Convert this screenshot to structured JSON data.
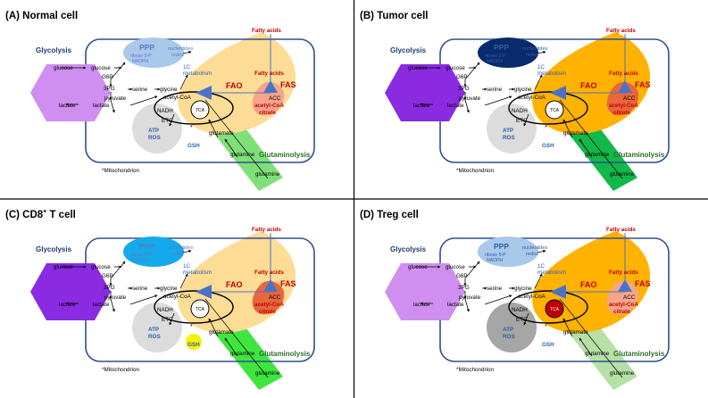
{
  "panels": [
    {
      "key": "A",
      "title": "(A) Normal cell",
      "title_sup": "",
      "title_rest": "",
      "palette": {
        "glyco": "#d08ef0",
        "ppp": "#a9c8ea",
        "ppp_text": "#5a7cc4",
        "fao": "#fddc95",
        "fas": "#f5a58a",
        "tca_fill": "#ffffff",
        "tca_text": "#000000",
        "atp": "#dcdcdc",
        "glut": "#7fe07a",
        "gsh_fill": "none"
      }
    },
    {
      "key": "B",
      "title": "(B) Tumor cell",
      "title_sup": "",
      "title_rest": "",
      "palette": {
        "glyco": "#8a2be2",
        "ppp": "#0a2a6e",
        "ppp_text": "#2e5fa8",
        "fao": "#ffb300",
        "fas": "#e8663c",
        "tca_fill": "#ffffff",
        "tca_text": "#000000",
        "atp": "#dcdcdc",
        "glut": "#12b84a",
        "gsh_fill": "none"
      }
    },
    {
      "key": "C",
      "title": "(C) CD8",
      "title_sup": "+",
      "title_rest": " T cell",
      "palette": {
        "glyco": "#8a2be2",
        "ppp": "#14a9ec",
        "ppp_text": "#5a7cc4",
        "fao": "#fddc95",
        "fas": "#e8663c",
        "tca_fill": "#ffffff",
        "tca_text": "#000000",
        "atp": "#dcdcdc",
        "glut": "#3fe63f",
        "gsh_fill": "#f5f20a"
      }
    },
    {
      "key": "D",
      "title": "(D) Treg cell",
      "title_sup": "",
      "title_rest": "",
      "palette": {
        "glyco": "#d08ef0",
        "ppp": "#a9c8ea",
        "ppp_text": "#2e5fa8",
        "fao": "#ffb300",
        "fas": "#f5a58a",
        "tca_fill": "#c00000",
        "tca_text": "#ffffff",
        "atp": "#a6a6a6",
        "glut": "#b7e0a6",
        "gsh_fill": "none"
      }
    }
  ],
  "labels": {
    "glycolysis": "Glycolysis",
    "glucose_out": "glucose",
    "glucose_in": "glucose",
    "g6p": "G6P",
    "three_pg": "3PG",
    "pyruvate": "pyruvate",
    "lactate_out": "lactate",
    "lactate_in": "lactate",
    "serine": "serine",
    "glycine": "glycine",
    "one_c_line1": "1C",
    "one_c_line2": "metabolism",
    "ppp": "PPP",
    "ribose_line1": "ribose 5-P",
    "ribose_line2": "NADPH",
    "nucleotides": "nucleotides",
    "redox": "redox",
    "fatty_acids_top": "Fatty acids",
    "fatty_acids_mid": "Fatty acids",
    "fao": "FAO",
    "fas": "FAS",
    "acc": "ACC",
    "acetyl_coa_fas": "acetyl-CoA",
    "citrate": "citrate",
    "acetyl_coa_tca": "acetyl-CoA",
    "nadh": "NADH",
    "tca": "TCA",
    "etc": "ETC",
    "atp": "ATP",
    "ros": "ROS",
    "gsh": "GSH",
    "glutamate": "glutamate",
    "glutamine_in": "glutamine",
    "glutamine_out": "glutamine",
    "glutaminolysis": "Glutaminolysis",
    "star": "*",
    "mito_note": "*Mitochondrion"
  }
}
